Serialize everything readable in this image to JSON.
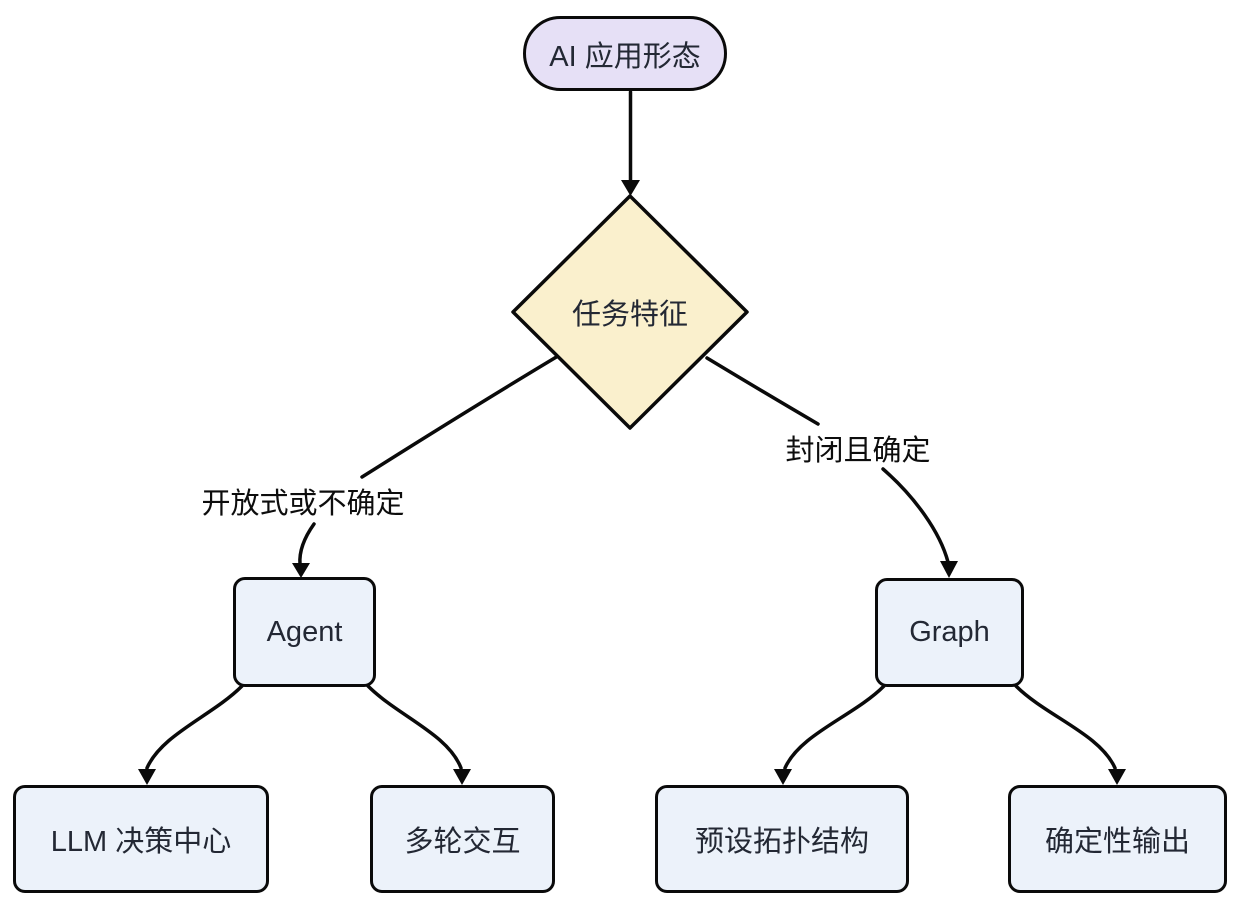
{
  "diagram": {
    "title": "AI application form decision flowchart",
    "nodes": {
      "root": {
        "label": "AI 应用形态",
        "shape": "stadium"
      },
      "decision": {
        "label": "任务特征",
        "shape": "diamond"
      },
      "agent": {
        "label": "Agent",
        "shape": "box"
      },
      "graph": {
        "label": "Graph",
        "shape": "box"
      },
      "llm_center": {
        "label": "LLM 决策中心",
        "shape": "box"
      },
      "multi_turn": {
        "label": "多轮交互",
        "shape": "box"
      },
      "topology": {
        "label": "预设拓扑结构",
        "shape": "box"
      },
      "deterministic": {
        "label": "确定性输出",
        "shape": "box"
      }
    },
    "edge_labels": {
      "open_branch": "开放式或不确定",
      "closed_branch": "封闭且确定"
    },
    "edges": [
      {
        "from": "root",
        "to": "decision",
        "label": ""
      },
      {
        "from": "decision",
        "to": "agent",
        "label": "开放式或不确定"
      },
      {
        "from": "decision",
        "to": "graph",
        "label": "封闭且确定"
      },
      {
        "from": "agent",
        "to": "llm_center",
        "label": ""
      },
      {
        "from": "agent",
        "to": "multi_turn",
        "label": ""
      },
      {
        "from": "graph",
        "to": "topology",
        "label": ""
      },
      {
        "from": "graph",
        "to": "deterministic",
        "label": ""
      }
    ]
  },
  "colors": {
    "bg": "#ffffff",
    "line": "#0a0a0a",
    "stadium": "#E6E0F6",
    "diamond": "#FAF0CD",
    "box": "#ECF2FA",
    "nodetext": "#232834",
    "labeltext": "#0d0d0d"
  }
}
